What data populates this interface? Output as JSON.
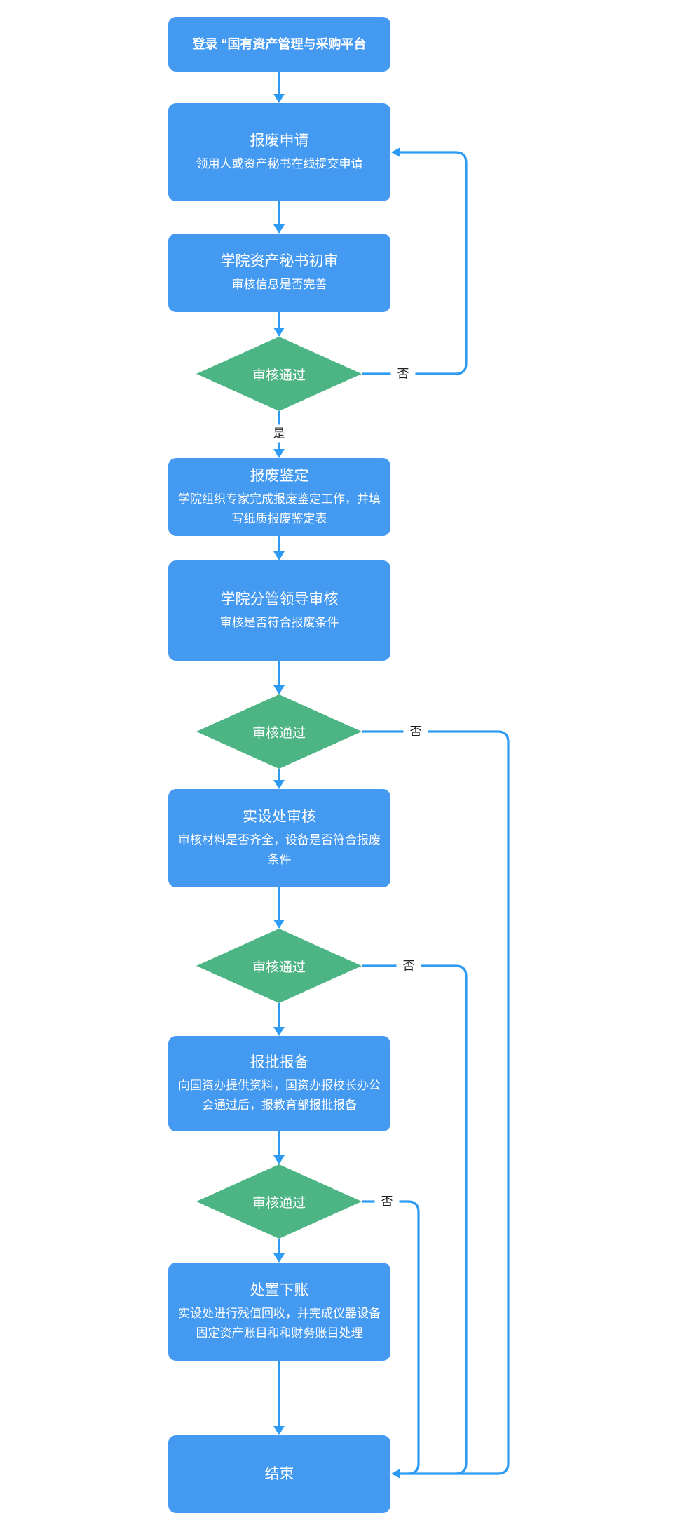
{
  "flowchart": {
    "nodes": {
      "login": {
        "title": "登录 “国有资产管理与采购平台"
      },
      "apply": {
        "title": "报废申请",
        "subtitle": "领用人或资产秘书在线提交申请"
      },
      "initial_review": {
        "title": "学院资产秘书初审",
        "subtitle": "审核信息是否完善"
      },
      "decision1": {
        "title": "审核通过"
      },
      "appraisal": {
        "title": "报废鉴定",
        "subtitle": "学院组织专家完成报废鉴定工作，并填写纸质报废鉴定表"
      },
      "leader_review": {
        "title": "学院分管领导审核",
        "subtitle": "审核是否符合报废条件"
      },
      "decision2": {
        "title": "审核通过"
      },
      "facility_review": {
        "title": "实设处审核",
        "subtitle": "审核材料是否齐全，设备是否符合报废条件"
      },
      "decision3": {
        "title": "审核通过"
      },
      "approval_filing": {
        "title": "报批报备",
        "subtitle": "向国资办提供资料，国资办报校长办公会通过后，报教育部报批报备"
      },
      "decision4": {
        "title": "审核通过"
      },
      "disposal": {
        "title": "处置下账",
        "subtitle": "实设处进行残值回收，并完成仪器设备固定资产账目和和财务账目处理"
      },
      "end": {
        "title": "结束"
      }
    },
    "branch_labels": {
      "yes": "是",
      "no": "否"
    },
    "colors": {
      "process_fill": "#4499F1",
      "decision_fill": "#4DB584",
      "connector": "#2D9BF4",
      "node_text": "#FFFFFF",
      "branch_label_text": "#1F1F1F",
      "background": "#FFFFFF"
    }
  }
}
